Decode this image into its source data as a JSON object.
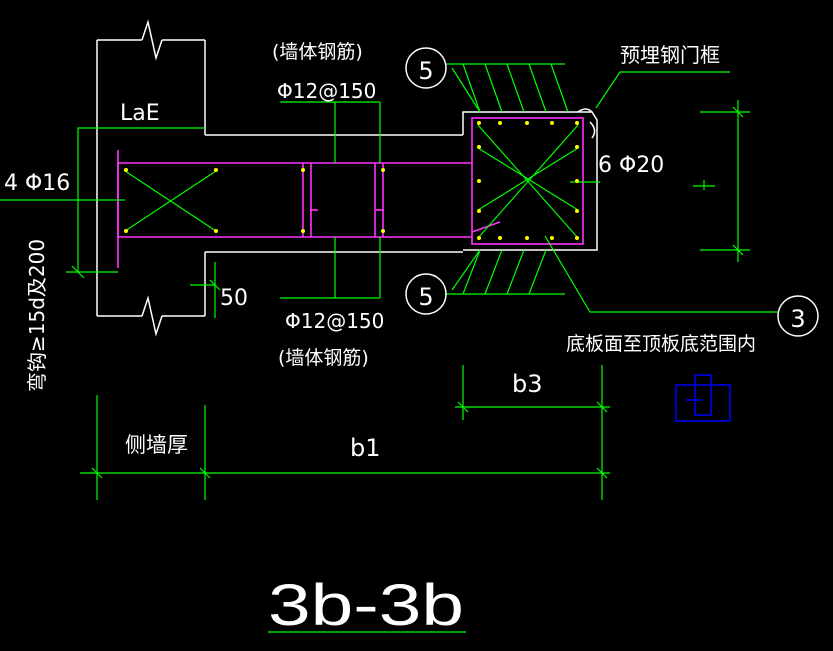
{
  "drawing": {
    "section_title": "3b-3b",
    "colors": {
      "background": "#000000",
      "outline_white": "#ffffff",
      "dimension_green": "#00ff00",
      "rebar_magenta": "#ff33ff",
      "rebar_dot_yellow": "#ffff00",
      "symbol_blue": "#0000ff"
    },
    "labels": {
      "wall_rebar_top_name": "(墙体钢筋)",
      "wall_rebar_top_spec": "Φ12@150",
      "wall_rebar_bottom_spec": "Φ12@150",
      "wall_rebar_bottom_name": "(墙体钢筋)",
      "anchor_length": "LaE",
      "left_bars": "4 Φ16",
      "corner_bars": "6 Φ20",
      "embedded_frame": "预埋钢门框",
      "range_note": "底板面至顶板底范围内",
      "hook_note": "弯钩≥15d及200",
      "offset_50": "50",
      "dim_side_wall": "侧墙厚",
      "dim_b1": "b1",
      "dim_b3": "b3"
    },
    "callouts": {
      "top": "5",
      "bottom": "5",
      "right": "3"
    }
  }
}
